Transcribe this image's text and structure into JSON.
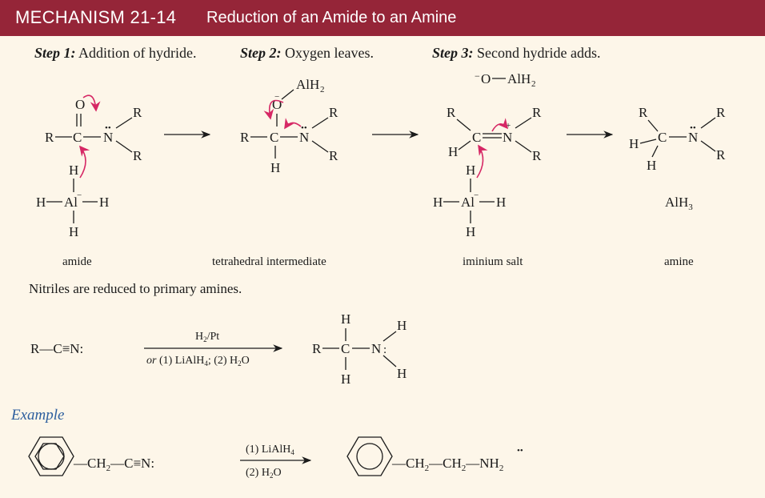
{
  "header": {
    "number": "MECHANISM 21-14",
    "title": "Reduction of an Amide to an Amine",
    "bg_color": "#952538"
  },
  "steps": [
    {
      "label": "Step 1:",
      "text": "Addition of hydride."
    },
    {
      "label": "Step 2:",
      "text": "Oxygen leaves."
    },
    {
      "label": "Step 3:",
      "text": "Second hydride adds."
    }
  ],
  "captions": {
    "amide": "amide",
    "intermediate": "tetrahedral intermediate",
    "iminium": "iminium salt",
    "amine": "amine"
  },
  "alh3": "AlH3",
  "nitrile_note": "Nitriles are reduced to primary amines.",
  "nitrile_reaction": {
    "reactant": "R—C≡N:",
    "reagent_top": "H2/Pt",
    "reagent_bottom": "or (1) LiAlH4; (2) H2O"
  },
  "example": {
    "label": "Example",
    "reactant_chain": "—CH2—C≡N:",
    "reagent_1": "(1) LiAlH4",
    "reagent_2": "(2) H2O",
    "product_chain": "—CH2—CH2—NH2"
  },
  "colors": {
    "curved_arrow": "#d62865",
    "example_label": "#2d5f9e"
  }
}
